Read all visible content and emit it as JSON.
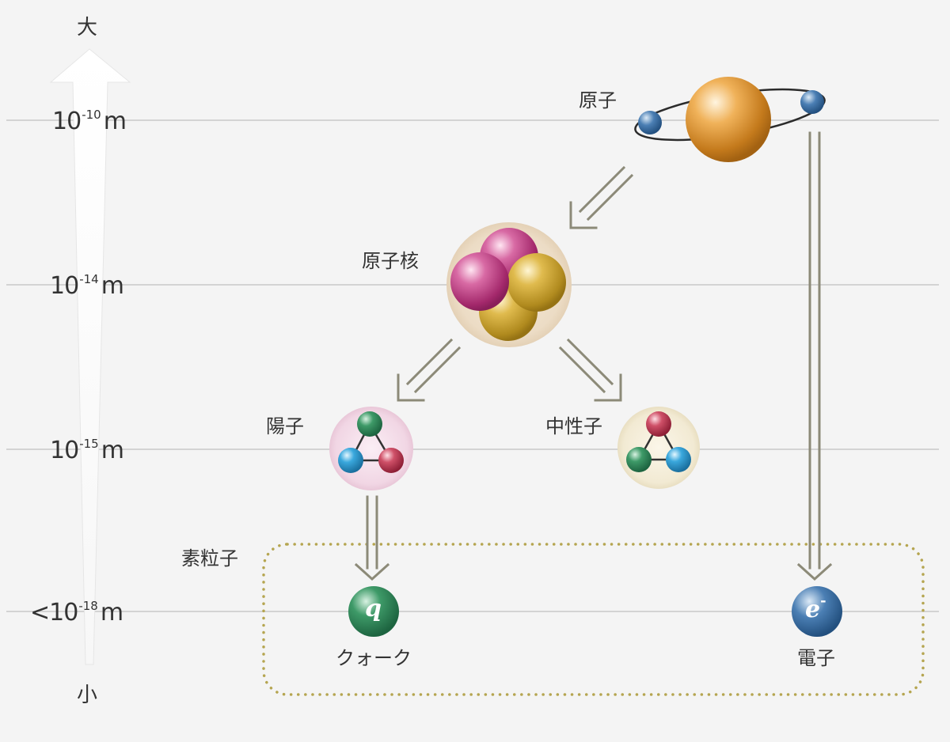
{
  "axis": {
    "top_label": "大",
    "bottom_label": "小",
    "ticks": [
      {
        "prefix": "",
        "base": "10",
        "exp": "-10",
        "unit": "m"
      },
      {
        "prefix": "",
        "base": "10",
        "exp": "-14",
        "unit": "m"
      },
      {
        "prefix": "",
        "base": "10",
        "exp": "-15",
        "unit": "m"
      },
      {
        "prefix": "<",
        "base": "10",
        "exp": "-18",
        "unit": "m"
      }
    ]
  },
  "nodes": {
    "atom": "原子",
    "nucleus": "原子核",
    "proton": "陽子",
    "neutron": "中性子",
    "elementary_group": "素粒子",
    "quark": "クォーク",
    "electron": "電子"
  },
  "symbols": {
    "quark": "q",
    "electron_base": "e",
    "electron_sup": "-"
  },
  "colors": {
    "background": "#f4f4f4",
    "gridline": "#c8c8c8",
    "arrow": "#8c8a78",
    "dotted_box": "#b5a550",
    "nucleus_halo": "#efe0cc",
    "proton_halo": "#f1d7e6",
    "neutron_halo": "#f3ecd7"
  }
}
